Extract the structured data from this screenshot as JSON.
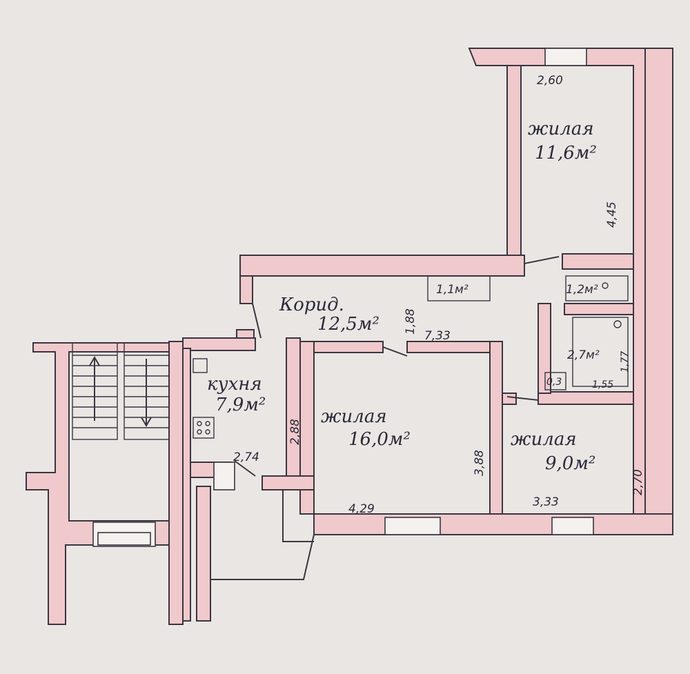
{
  "rooms": {
    "living_top": {
      "name": "жилая",
      "area": "11,6м²"
    },
    "corridor": {
      "name": "Корид.",
      "area": "12,5м²"
    },
    "kitchen": {
      "name": "кухня",
      "area": "7,9м²"
    },
    "living_mid": {
      "name": "жилая",
      "area": "16,0м²"
    },
    "living_right": {
      "name": "жилая",
      "area": "9,0м²"
    },
    "closet": {
      "area": "1,1м²"
    },
    "toilet": {
      "area": "1,2м²"
    },
    "bath": {
      "area": "2,7м²"
    },
    "small": {
      "area": "0,3"
    }
  },
  "dimensions": {
    "top_width": "2,60",
    "top_height": "4,45",
    "corridor_height": "1,88",
    "corridor_length": "7,33",
    "kitchen_height": "2,88",
    "kitchen_width": "2,74",
    "mid_height": "3,88",
    "mid_width": "4,29",
    "right_width": "3,33",
    "right_height": "2,70",
    "bath_height": "1,77",
    "bath_width": "1,55"
  }
}
